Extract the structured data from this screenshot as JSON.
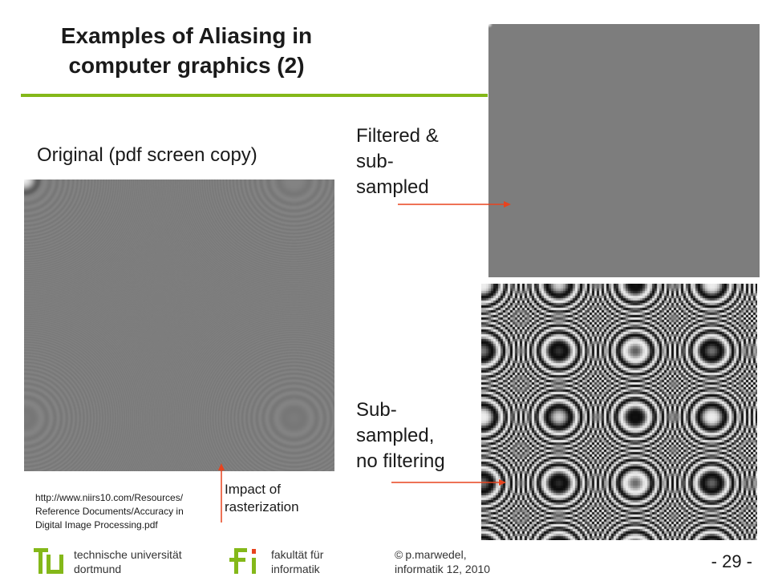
{
  "slide": {
    "title_lines": [
      "Examples of Aliasing in",
      "computer graphics (2)"
    ],
    "accent_color": "#84b819",
    "arrow_color": "#e8431e"
  },
  "labels": {
    "original": "Original (pdf screen copy)",
    "filtered_lines": [
      "Filtered &",
      "sub-",
      "sampled"
    ],
    "subsampled_lines": [
      "Sub-",
      "sampled,",
      "no filtering"
    ],
    "impact_lines": [
      "Impact of",
      "rasterization"
    ]
  },
  "source_lines": [
    "http://www.niirs10.com/Resources/",
    "Reference Documents/Accuracy in",
    "Digital Image Processing.pdf"
  ],
  "figures": {
    "original_icon": "zone-plate-original-image",
    "filtered_icon": "zone-plate-filtered-image",
    "subsampled_icon": "zone-plate-aliased-image"
  },
  "footer": {
    "university_lines": [
      "technische universität",
      "dortmund"
    ],
    "faculty_lines": [
      "fakultät für",
      "informatik"
    ],
    "copyright_symbol": "©",
    "author_lines": [
      "p.marwedel,",
      "informatik 12,  2010"
    ],
    "page_label": "-  29 -"
  }
}
